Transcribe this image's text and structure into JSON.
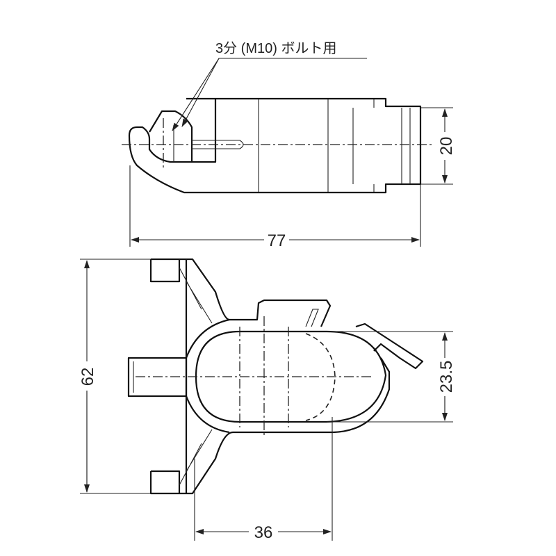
{
  "title": "Hook clamp dimensional drawing",
  "annotations": {
    "bolt_note": "3分 (M10) ボルト用"
  },
  "dimensions": {
    "length": "77",
    "height_top": "20",
    "height_side": "62",
    "opening": "23.5",
    "depth": "36"
  },
  "colors": {
    "line": "#111111",
    "background": "#ffffff"
  }
}
